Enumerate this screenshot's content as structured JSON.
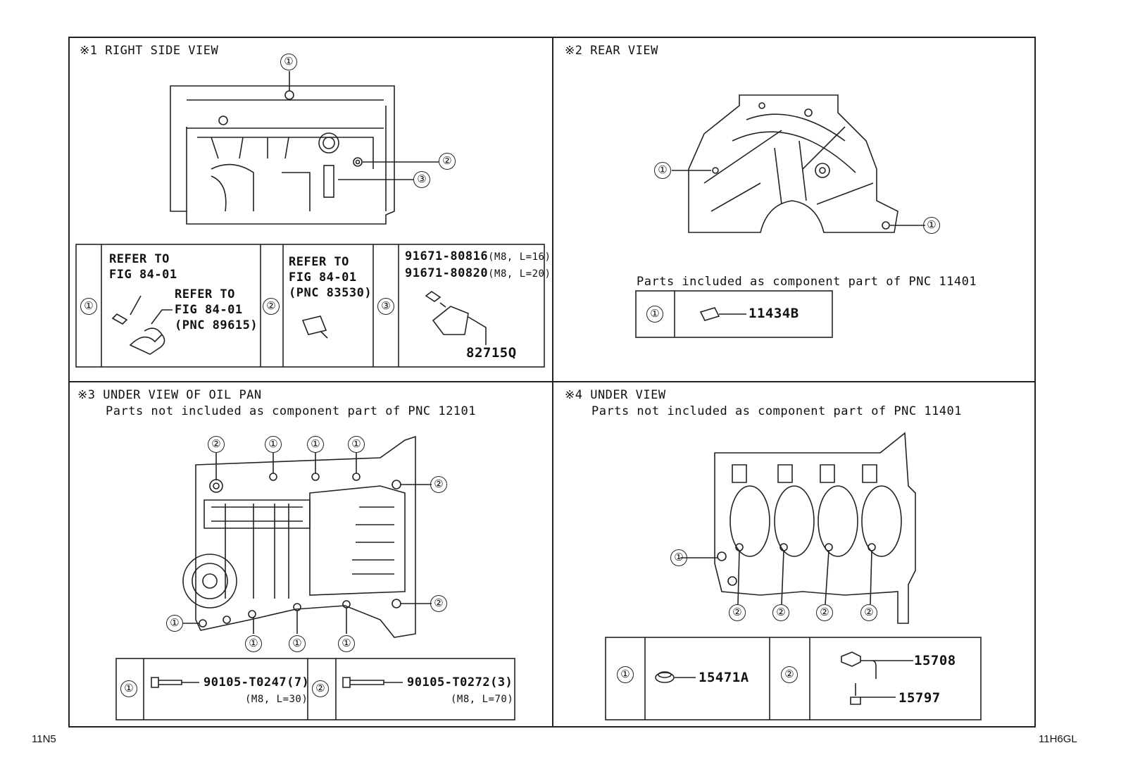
{
  "panels": {
    "p1": {
      "title": "※1 RIGHT SIDE VIEW"
    },
    "p2": {
      "title": "※2 REAR VIEW",
      "note": "Parts included as component part of PNC 11401"
    },
    "p3": {
      "title": "※3 UNDER VIEW OF OIL PAN",
      "note": "Parts not included as component part of PNC 12101"
    },
    "p4": {
      "title": "※4 UNDER VIEW",
      "note": "Parts not included as component part of PNC 11401"
    }
  },
  "callout_symbols": {
    "one": "①",
    "two": "②",
    "three": "③"
  },
  "table1": {
    "c1_line1": "REFER TO",
    "c1_line2": "FIG 84-01",
    "c1_line3": "REFER TO",
    "c1_line4": "FIG 84-01",
    "c1_line5": "(PNC 89615)",
    "c2_line1": "REFER TO",
    "c2_line2": "FIG 84-01",
    "c2_line3": "(PNC 83530)",
    "c3_part1": "91671-80816",
    "c3_spec1": "(M8, L=16)",
    "c3_part2": "91671-80820",
    "c3_spec2": "(M8, L=20)",
    "c3_part3": "82715Q"
  },
  "table2": {
    "part": "11434B"
  },
  "table3": {
    "part1": "90105-T0247(7)",
    "spec1": "(M8, L=30)",
    "part2": "90105-T0272(3)",
    "spec2": "(M8, L=70)"
  },
  "table4": {
    "part1": "15471A",
    "part2": "15708",
    "part3": "15797"
  },
  "footer": {
    "left": "11N5",
    "right": "11H6GL"
  }
}
